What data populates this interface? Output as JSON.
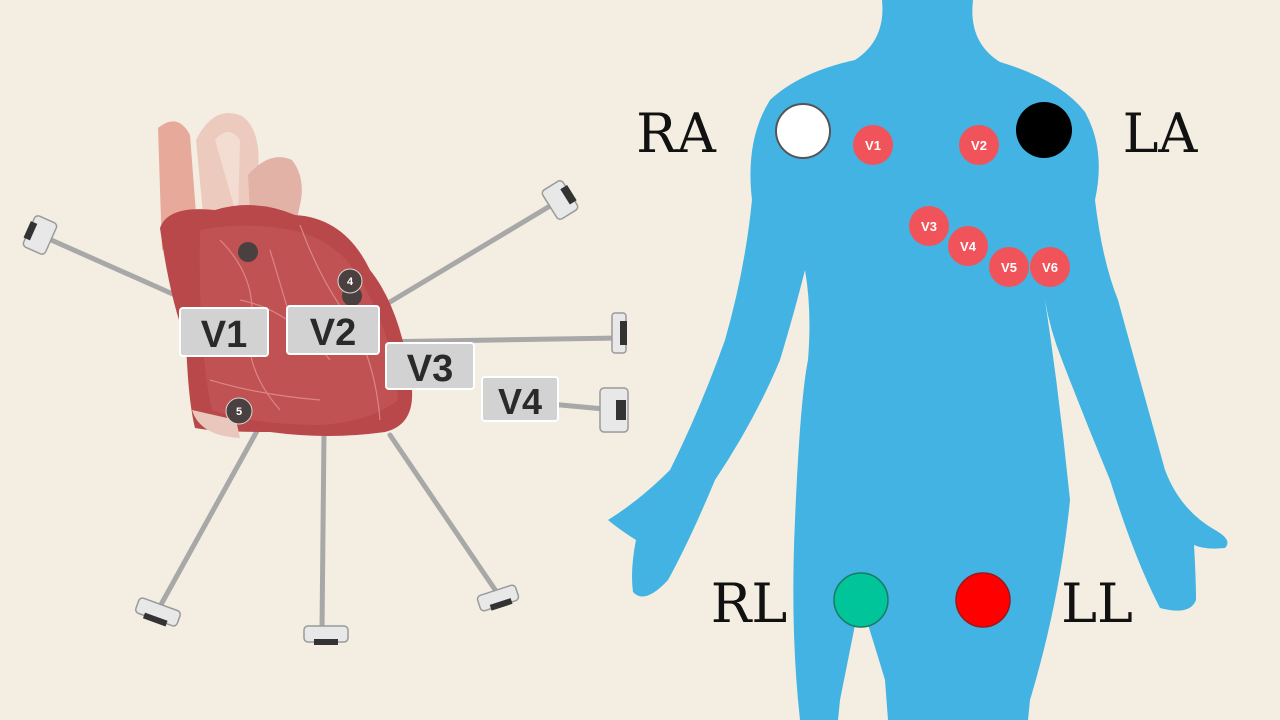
{
  "colors": {
    "background": "#f4ede1",
    "body": "#42b3e2",
    "chest_electrode": "#f0545a",
    "ra": "#ffffff",
    "la": "#000000",
    "rl": "#00c49a",
    "ll": "#ff0000",
    "heart": "#b8484a",
    "label_plate": "#d2d2d2"
  },
  "heart_model": {
    "plates": [
      "V1",
      "V2",
      "V3",
      "V4"
    ],
    "markers": [
      "4",
      "5"
    ]
  },
  "body_diagram": {
    "limb_labels": {
      "ra": "RA",
      "la": "LA",
      "rl": "RL",
      "ll": "LL"
    },
    "chest_leads": [
      "V1",
      "V2",
      "V3",
      "V4",
      "V5",
      "V6"
    ]
  }
}
